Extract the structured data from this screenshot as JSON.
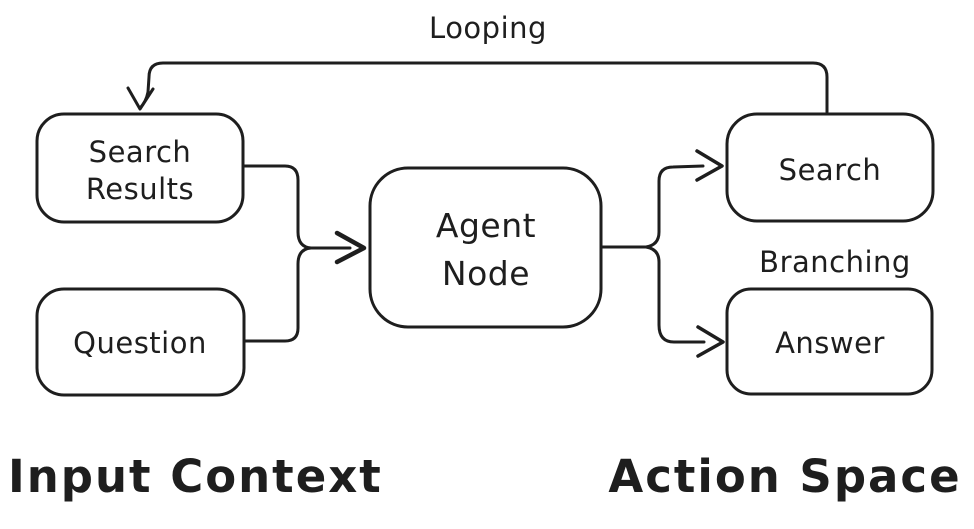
{
  "diagram": {
    "type": "flowchart",
    "style": "hand-drawn",
    "colors": {
      "stroke": "#1e1e1e",
      "background": "#ffffff"
    },
    "nodes": {
      "search_results": {
        "line1": "Search",
        "line2": "Results"
      },
      "question": {
        "label": "Question"
      },
      "agent_node": {
        "line1": "Agent",
        "line2": "Node"
      },
      "search": {
        "label": "Search"
      },
      "answer": {
        "label": "Answer"
      }
    },
    "annotations": {
      "looping": "Looping",
      "branching": "Branching",
      "input_context": "Input Context",
      "action_space": "Action Space"
    },
    "edges": [
      {
        "from": "search_results",
        "to": "agent_node"
      },
      {
        "from": "question",
        "to": "agent_node"
      },
      {
        "from": "agent_node",
        "to": "search"
      },
      {
        "from": "agent_node",
        "to": "answer"
      },
      {
        "from": "search",
        "to": "search_results",
        "label": "Looping"
      }
    ]
  }
}
